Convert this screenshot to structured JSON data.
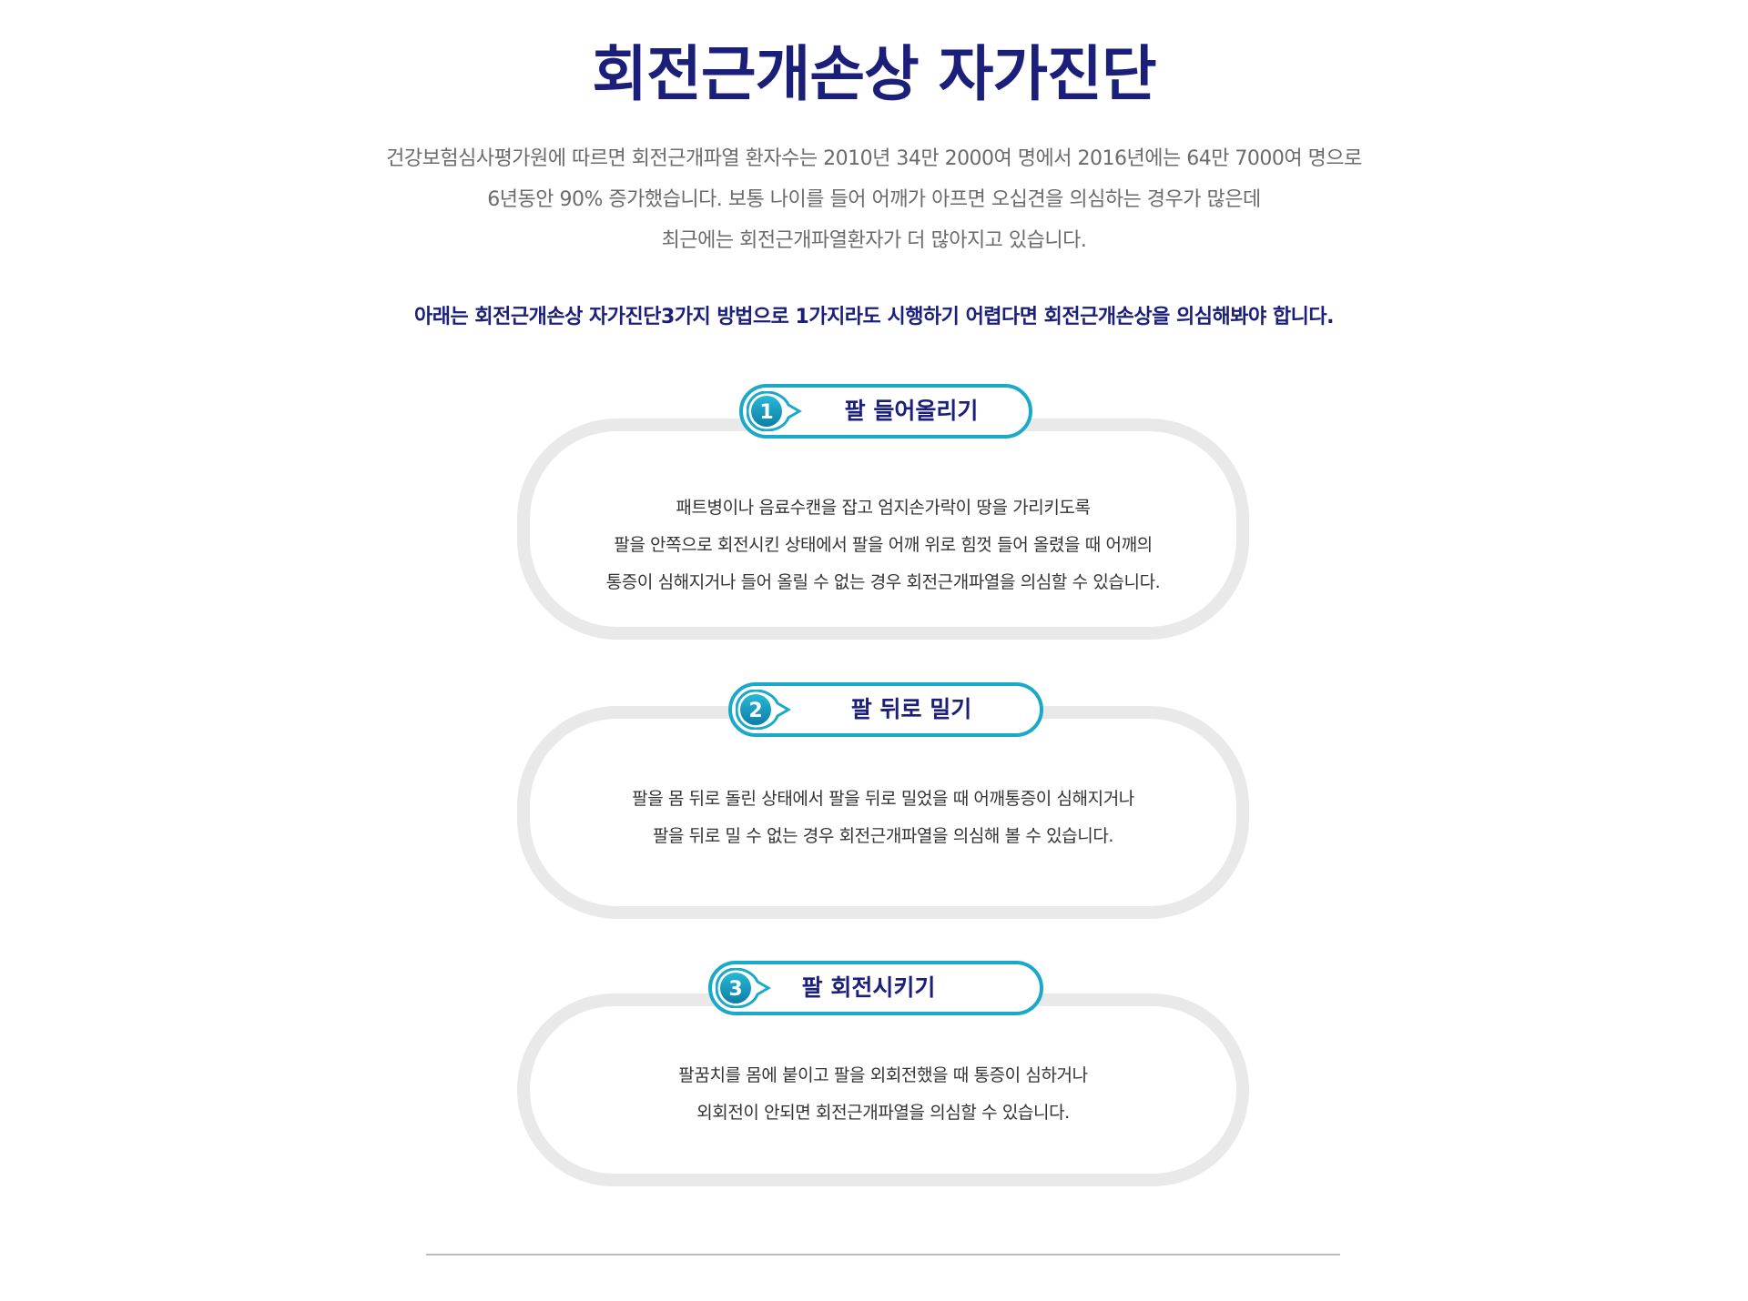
{
  "page_title": "회전근개손상 자가진단",
  "intro": {
    "lines": [
      "건강보험심사평가원에 따르면 회전근개파열 환자수는 2010년 34만 2000여 명에서 2016년에는 64만 7000여 명으로",
      "6년동안 90% 증가했습니다. 보통 나이를 들어 어깨가 아프면 오십견을 의심하는 경우가 많은데",
      "최근에는 회전근개파열환자가 더 많아지고 있습니다."
    ]
  },
  "emphasis": "아래는 회전근개손상 자가진단3가지 방법으로 1가지라도 시행하기 어렵다면 회전근개손상을 의심해봐야 합니다.",
  "colors": {
    "title": "#1b1f7a",
    "accent": "#1aa9c8",
    "card_border": "#e9e9e9"
  },
  "tests": [
    {
      "number": "1",
      "title": "팔 들어올리기",
      "lines": [
        "패트병이나 음료수캔을 잡고 엄지손가락이 땅을 가리키도록",
        "팔을 안쪽으로 회전시킨 상태에서 팔을 어깨 위로 힘껏 들어 올렸을 때 어깨의",
        "통증이 심해지거나 들어 올릴 수 없는 경우 회전근개파열을 의심할 수 있습니다."
      ]
    },
    {
      "number": "2",
      "title": "팔 뒤로 밀기",
      "lines": [
        "팔을 몸 뒤로 돌린 상태에서 팔을 뒤로 밀었을 때 어깨통증이 심해지거나",
        "팔을 뒤로 밀 수 없는 경우 회전근개파열을 의심해 볼 수 있습니다."
      ]
    },
    {
      "number": "3",
      "title": "팔 회전시키기",
      "lines": [
        "팔꿈치를 몸에 붙이고 팔을 외회전했을 때 통증이 심하거나",
        "외회전이 안되면 회전근개파열을 의심할 수 있습니다."
      ]
    }
  ]
}
